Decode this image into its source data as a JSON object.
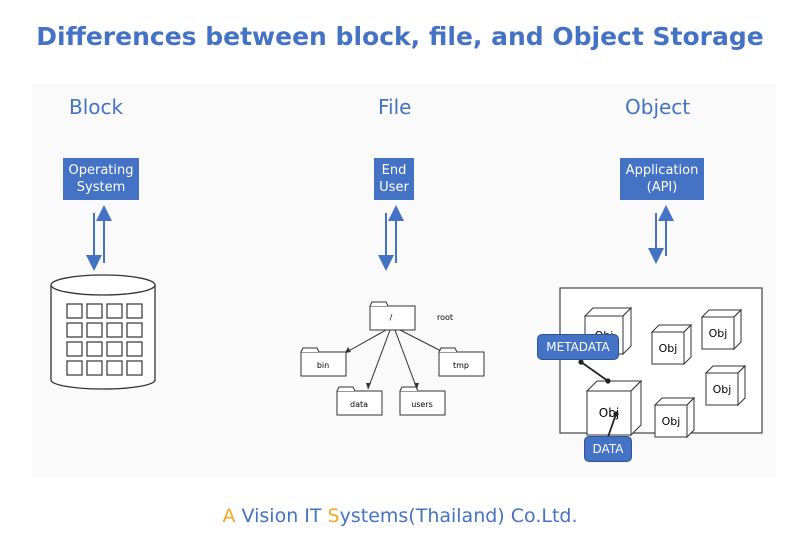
{
  "title": "Differences between block, file, and Object Storage",
  "columns": {
    "block": {
      "heading": "Block",
      "box_line1": "Operating",
      "box_line2": "System"
    },
    "file": {
      "heading": "File",
      "box_line1": "End",
      "box_line2": "User",
      "root_folder": "/",
      "root_label": "root",
      "folders": [
        "bin",
        "data",
        "users",
        "tmp"
      ]
    },
    "object": {
      "heading": "Object",
      "box_line1": "Application",
      "box_line2": "(API)",
      "objects": [
        "Obj",
        "Obj",
        "Obj",
        "Obj",
        "Obj",
        "Obj"
      ],
      "metadata_label": "METADATA",
      "data_label": "DATA"
    }
  },
  "footer": {
    "parts": [
      {
        "text": "A ",
        "color": "#f5a623"
      },
      {
        "text": "V",
        "color": "#4472c4"
      },
      {
        "text": "ision IT ",
        "color": "#4472c4"
      },
      {
        "text": "S",
        "color": "#f5a623"
      },
      {
        "text": "ystems(Thailand) Co.Ltd.",
        "color": "#4472c4"
      }
    ]
  },
  "colors": {
    "accent": "#4472c4",
    "footer_orange": "#f5a623"
  }
}
